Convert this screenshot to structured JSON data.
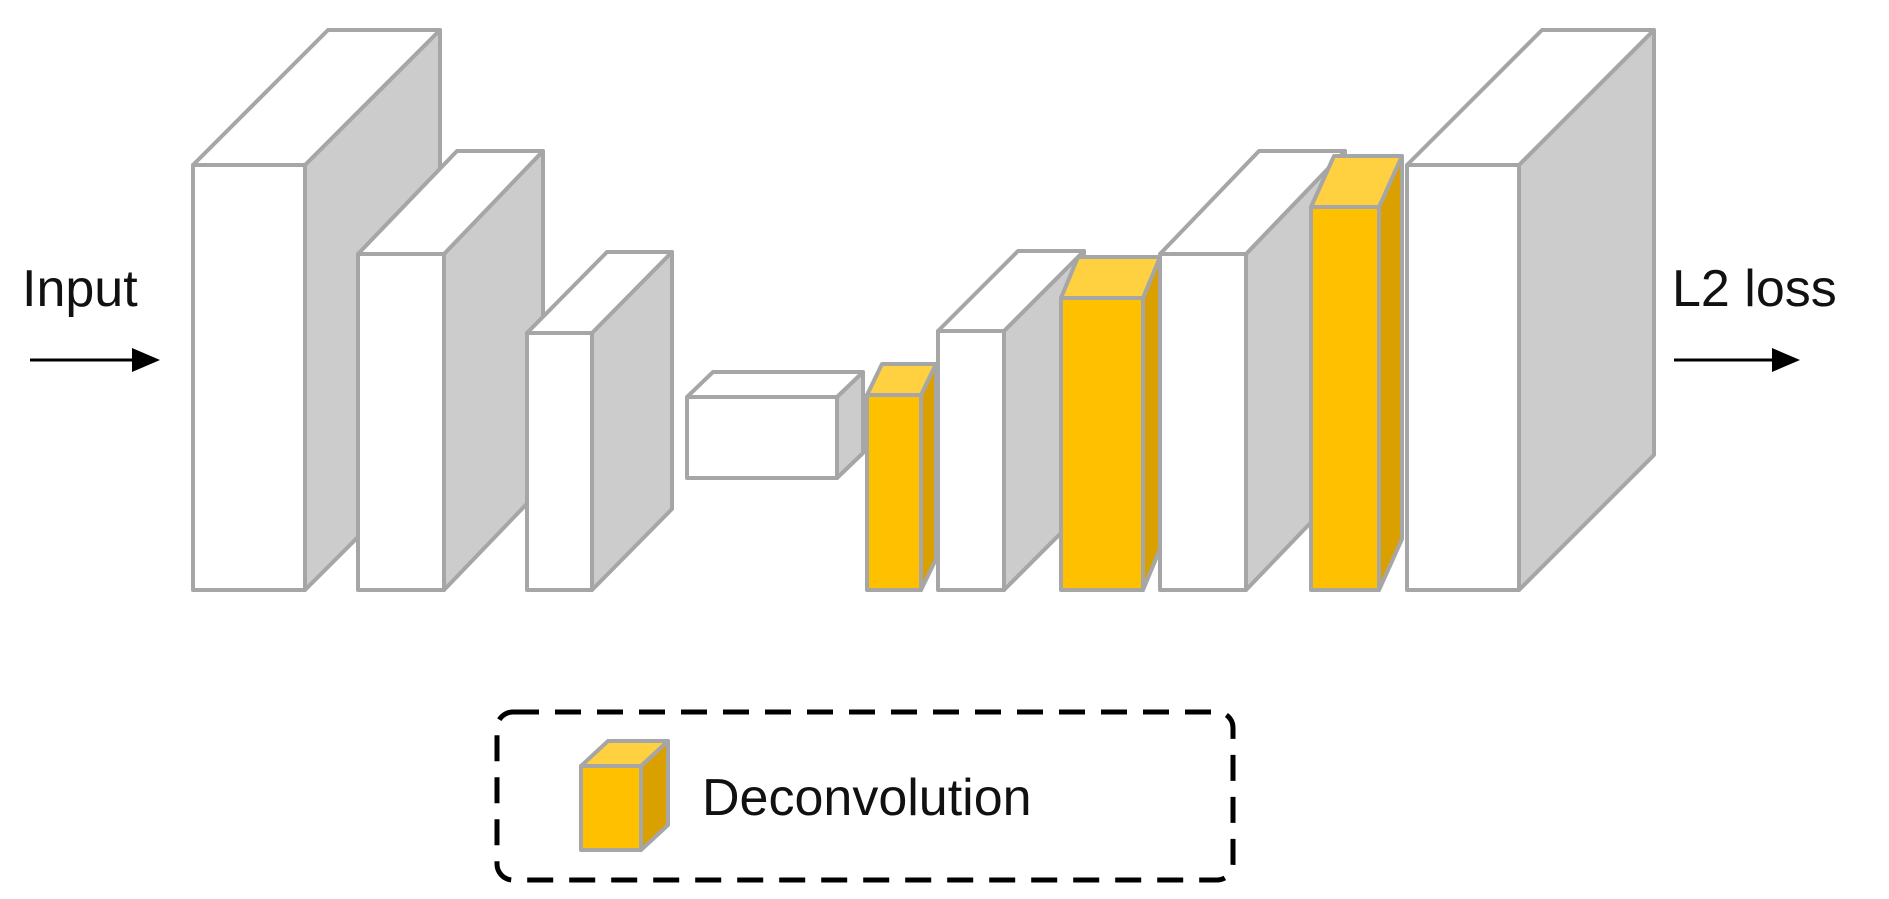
{
  "labels": {
    "input": "Input",
    "output": "L2 loss",
    "legend": "Deconvolution"
  },
  "layer_sequence": [
    "conv",
    "conv",
    "conv",
    "conv",
    "deconvolution",
    "conv",
    "deconvolution",
    "conv",
    "deconvolution",
    "conv"
  ],
  "colors": {
    "conv_front": "#ffffff",
    "conv_side": "#cccccc",
    "conv_edge": "#a6a6a6",
    "deconv_front": "#ffc000",
    "deconv_top": "#ffd040",
    "deconv_side": "#d9a000",
    "arrow": "#000000",
    "legend_border": "#000000"
  }
}
